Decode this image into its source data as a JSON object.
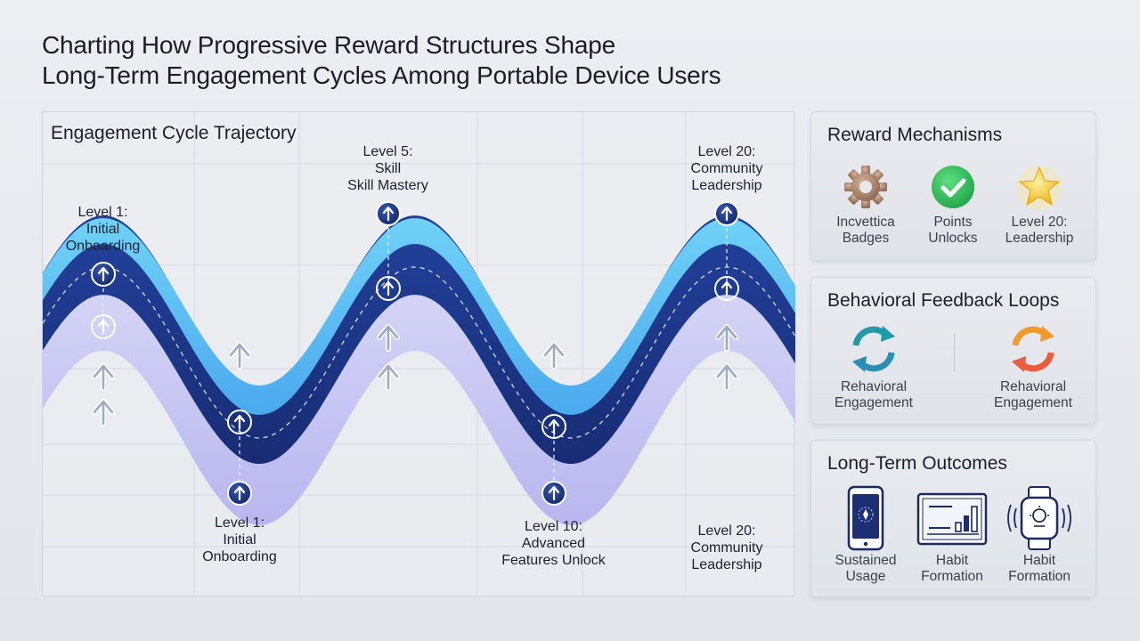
{
  "title": {
    "line1": "Charting How Progressive Reward Structures Shape",
    "line2": "Long-Term Engagement Cycles Among Portable Device Users"
  },
  "trajectory": {
    "title": "Engagement Cycle Trajectory",
    "labels": [
      {
        "id": "top-1",
        "lines": [
          "Level 1:",
          "Initial",
          "Onboarding"
        ]
      },
      {
        "id": "top-2",
        "lines": [
          "Level 5:",
          "Skill",
          "Skill Mastery"
        ]
      },
      {
        "id": "top-3",
        "lines": [
          "Level 20:",
          "Community",
          "Leadership"
        ]
      },
      {
        "id": "bot-1",
        "lines": [
          "Level 1:",
          "Initial",
          "Onboarding"
        ]
      },
      {
        "id": "bot-2",
        "lines": [
          "Level 10:",
          "Advanced",
          "Features Unlock"
        ]
      },
      {
        "id": "bot-3",
        "lines": [
          "Level 20:",
          "Community",
          "Leadership"
        ]
      }
    ],
    "colors": {
      "top_band": "#5ec8f3",
      "middle_band": "#1e3a8f",
      "bottom_band": "#c9c6f4",
      "node": "#1c2f7a"
    }
  },
  "reward_mechanisms": {
    "title": "Reward Mechanisms",
    "items": [
      {
        "icon": "gear-badge-icon",
        "lines": [
          "Incvettica",
          "Badges"
        ]
      },
      {
        "icon": "checkmark-icon",
        "lines": [
          "Points",
          "Unlocks"
        ]
      },
      {
        "icon": "star-icon",
        "lines": [
          "Level 20:",
          "Leadership"
        ]
      }
    ]
  },
  "feedback_loops": {
    "title": "Behavioral Feedback Loops",
    "items": [
      {
        "icon": "cycle-arrows-teal-icon",
        "lines": [
          "Rehavioral",
          "Engagement"
        ]
      },
      {
        "icon": "cycle-arrows-orange-icon",
        "lines": [
          "Rehavioral",
          "Engagement"
        ]
      }
    ]
  },
  "outcomes": {
    "title": "Long-Term Outcomes",
    "items": [
      {
        "icon": "smartphone-icon",
        "lines": [
          "Sustained",
          "Usage"
        ]
      },
      {
        "icon": "monitor-chart-icon",
        "lines": [
          "Habit",
          "Formation"
        ]
      },
      {
        "icon": "smartwatch-icon",
        "lines": [
          "Habit",
          "Formation"
        ]
      }
    ]
  }
}
